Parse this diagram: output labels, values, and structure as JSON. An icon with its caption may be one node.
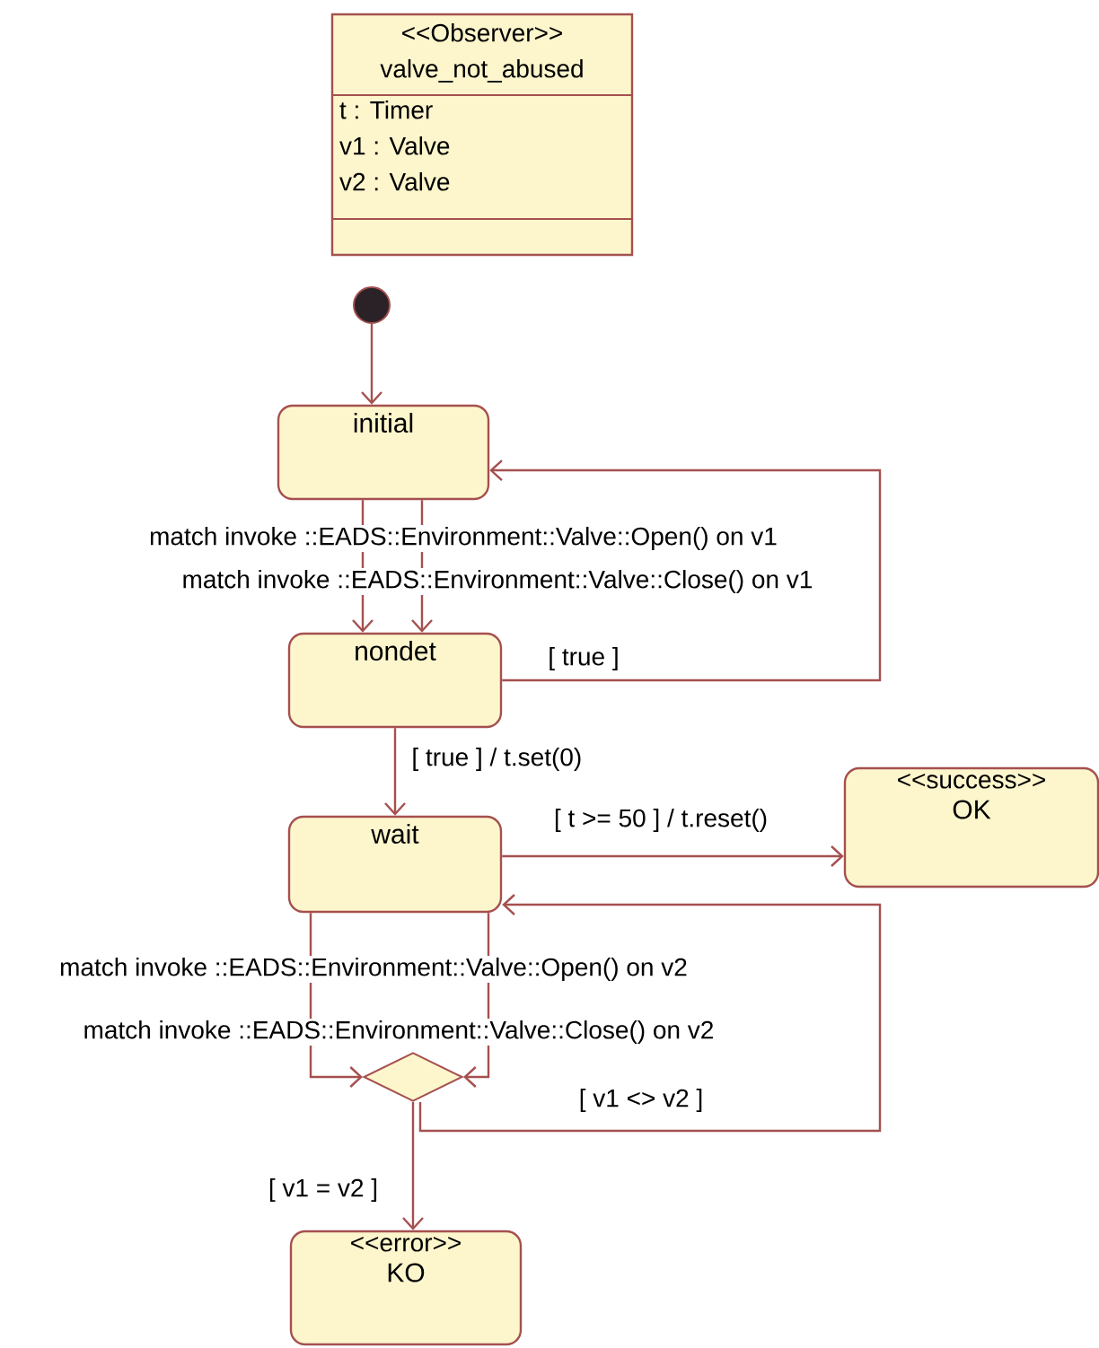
{
  "diagram": {
    "nodes": [
      {
        "text": [
          "<<Observer>>",
          "valve_not_abused",
          "t : Timer",
          "v1 : Valve",
          "v2 : Valve"
        ]
      },
      {
        "text": [],
        "shape": "circle"
      },
      {
        "text": [
          "initial"
        ]
      },
      {
        "text": [
          "nondet"
        ]
      },
      {
        "text": [
          "wait"
        ]
      },
      {
        "text": [
          "<<success>>",
          "OK"
        ]
      },
      {
        "text": [],
        "shape": "diamond"
      },
      {
        "text": [
          "<<error>>",
          "KO"
        ]
      }
    ],
    "edges": [
      {
        "from": 1,
        "to": 2,
        "arrow": "to"
      },
      {
        "from": 2,
        "to": 3,
        "arrow": "to",
        "label": "match invoke ::EADS::Environment::Valve::Open() on v1"
      },
      {
        "from": 2,
        "to": 3,
        "arrow": "to",
        "label": "match invoke ::EADS::Environment::Valve::Close() on v1"
      },
      {
        "from": 3,
        "to": 2,
        "arrow": "to",
        "label": "[ true ]"
      },
      {
        "from": 3,
        "to": 4,
        "arrow": "to",
        "label": "[ true ] / t.set(0)"
      },
      {
        "from": 4,
        "to": 5,
        "arrow": "to",
        "label": "[ t >= 50 ] / t.reset()"
      },
      {
        "from": 4,
        "to": 6,
        "arrow": "to",
        "label": "match invoke ::EADS::Environment::Valve::Open() on v2"
      },
      {
        "from": 4,
        "to": 6,
        "arrow": "to",
        "label": "match invoke ::EADS::Environment::Valve::Close() on v2"
      },
      {
        "from": 6,
        "to": 4,
        "arrow": "to",
        "label": "[ v1 <> v2 ]"
      },
      {
        "from": 6,
        "to": 7,
        "arrow": "to",
        "label": "[ v1 = v2 ]"
      }
    ]
  }
}
